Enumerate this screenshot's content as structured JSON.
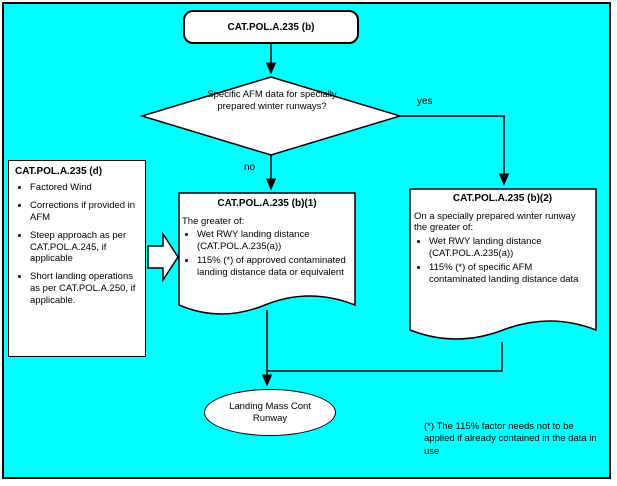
{
  "colors": {
    "background": "#00ffff",
    "shape_fill": "#ffffff",
    "outline": "#000000",
    "text": "#000000"
  },
  "start_box": {
    "label": "CAT.POL.A.235 (b)"
  },
  "decision": {
    "text": "Specific AFM data for specially prepared winter runways?"
  },
  "branch_labels": {
    "yes": "yes",
    "no": "no"
  },
  "left_box": {
    "title": "CAT.POL.A.235 (d)",
    "items": [
      "Factored Wind",
      "Corrections if provided in AFM",
      "Steep approach as per CAT.POL.A.245, if applicable",
      "Short landing operations as per CAT.POL.A.250, if applicable."
    ]
  },
  "doc_b1": {
    "title": "CAT.POL.A.235 (b)(1)",
    "intro": "The greater of:",
    "items": [
      "Wet RWY landing distance (CAT.POL.A.235(a))",
      "115% (*) of approved contaminated landing distance data or equivalent"
    ]
  },
  "doc_b2": {
    "title": "CAT.POL.A.235 (b)(2)",
    "intro": "On a specially prepared winter runway the greater of:",
    "items": [
      "Wet RWY landing distance (CAT.POL.A.235(a))",
      "115% (*) of specific AFM contaminated landing distance data"
    ]
  },
  "terminator": {
    "label": "Landing Mass Cont Runway"
  },
  "footnote": "(*) The 115% factor needs not to be applied if already contained in the data in use"
}
